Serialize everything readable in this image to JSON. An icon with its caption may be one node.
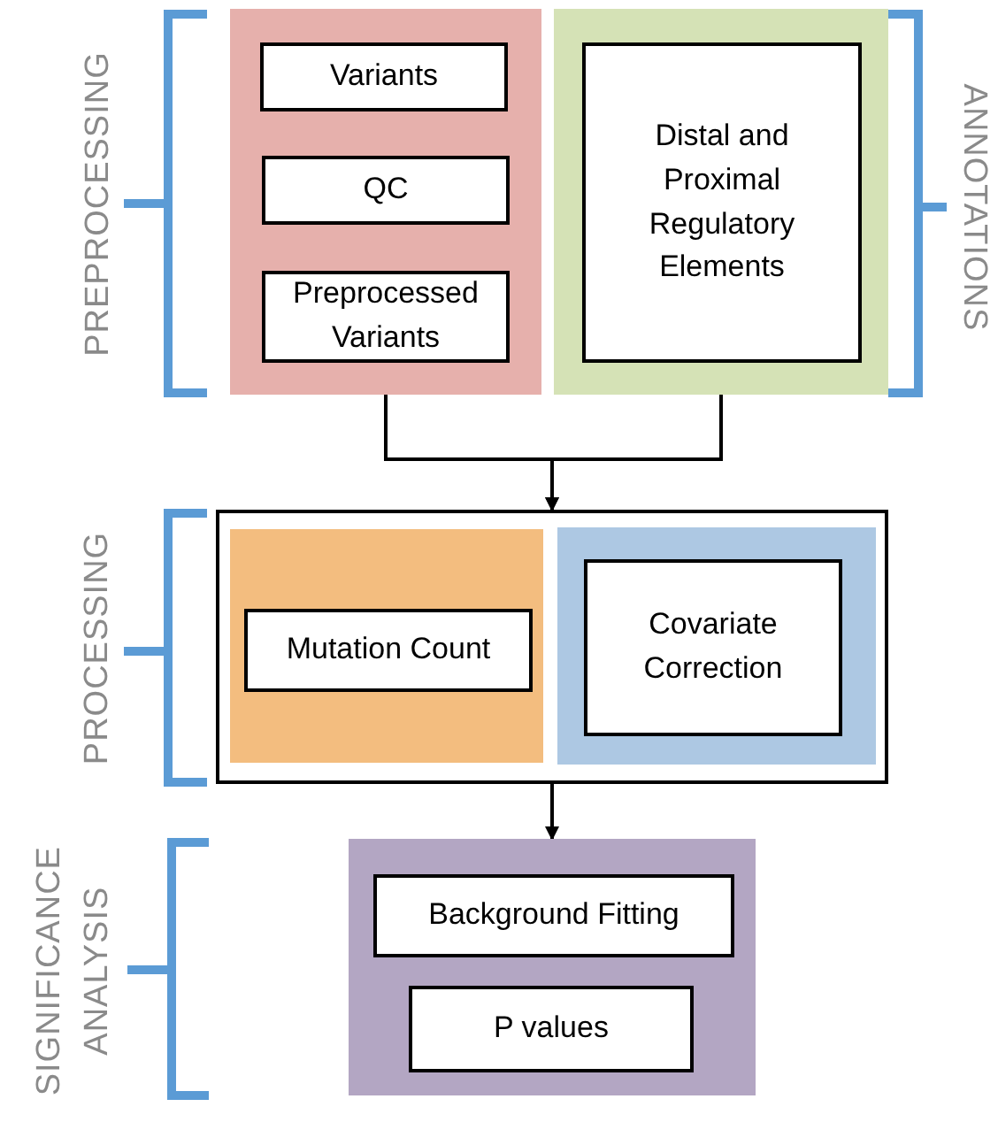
{
  "diagram": {
    "nodes": [
      {
        "text": [],
        "shape": "box"
      },
      {
        "text": [
          "Variants"
        ],
        "in": 0
      },
      {
        "text": [
          "QC"
        ],
        "in": 0
      },
      {
        "text": [
          "Preprocessed Variants"
        ],
        "in": 0
      },
      {
        "text": [],
        "shape": "box"
      },
      {
        "text": [
          "Distal and Proximal Regulatory Elements"
        ],
        "in": 4
      },
      {
        "text": [],
        "shape": "box"
      },
      {
        "text": [],
        "shape": "box",
        "in": 6
      },
      {
        "text": [
          "Mutation Count"
        ],
        "in": 7
      },
      {
        "text": [],
        "shape": "box",
        "in": 6
      },
      {
        "text": [
          "Covariate Correction"
        ],
        "in": 9
      },
      {
        "text": [],
        "shape": "box"
      },
      {
        "text": [
          "Background Fitting"
        ],
        "in": 11
      },
      {
        "text": [
          "P values"
        ],
        "in": 11
      }
    ],
    "edges": [
      {
        "from": 0,
        "to": 6,
        "arrow": "to"
      },
      {
        "from": 4,
        "to": 6,
        "arrow": "to"
      },
      {
        "from": 6,
        "to": 11,
        "arrow": "to"
      }
    ],
    "labels": [
      "PREPROCESSING",
      "ANNOTATIONS",
      "PROCESSING",
      "SIGNIFICANCE ANALYSIS"
    ]
  }
}
